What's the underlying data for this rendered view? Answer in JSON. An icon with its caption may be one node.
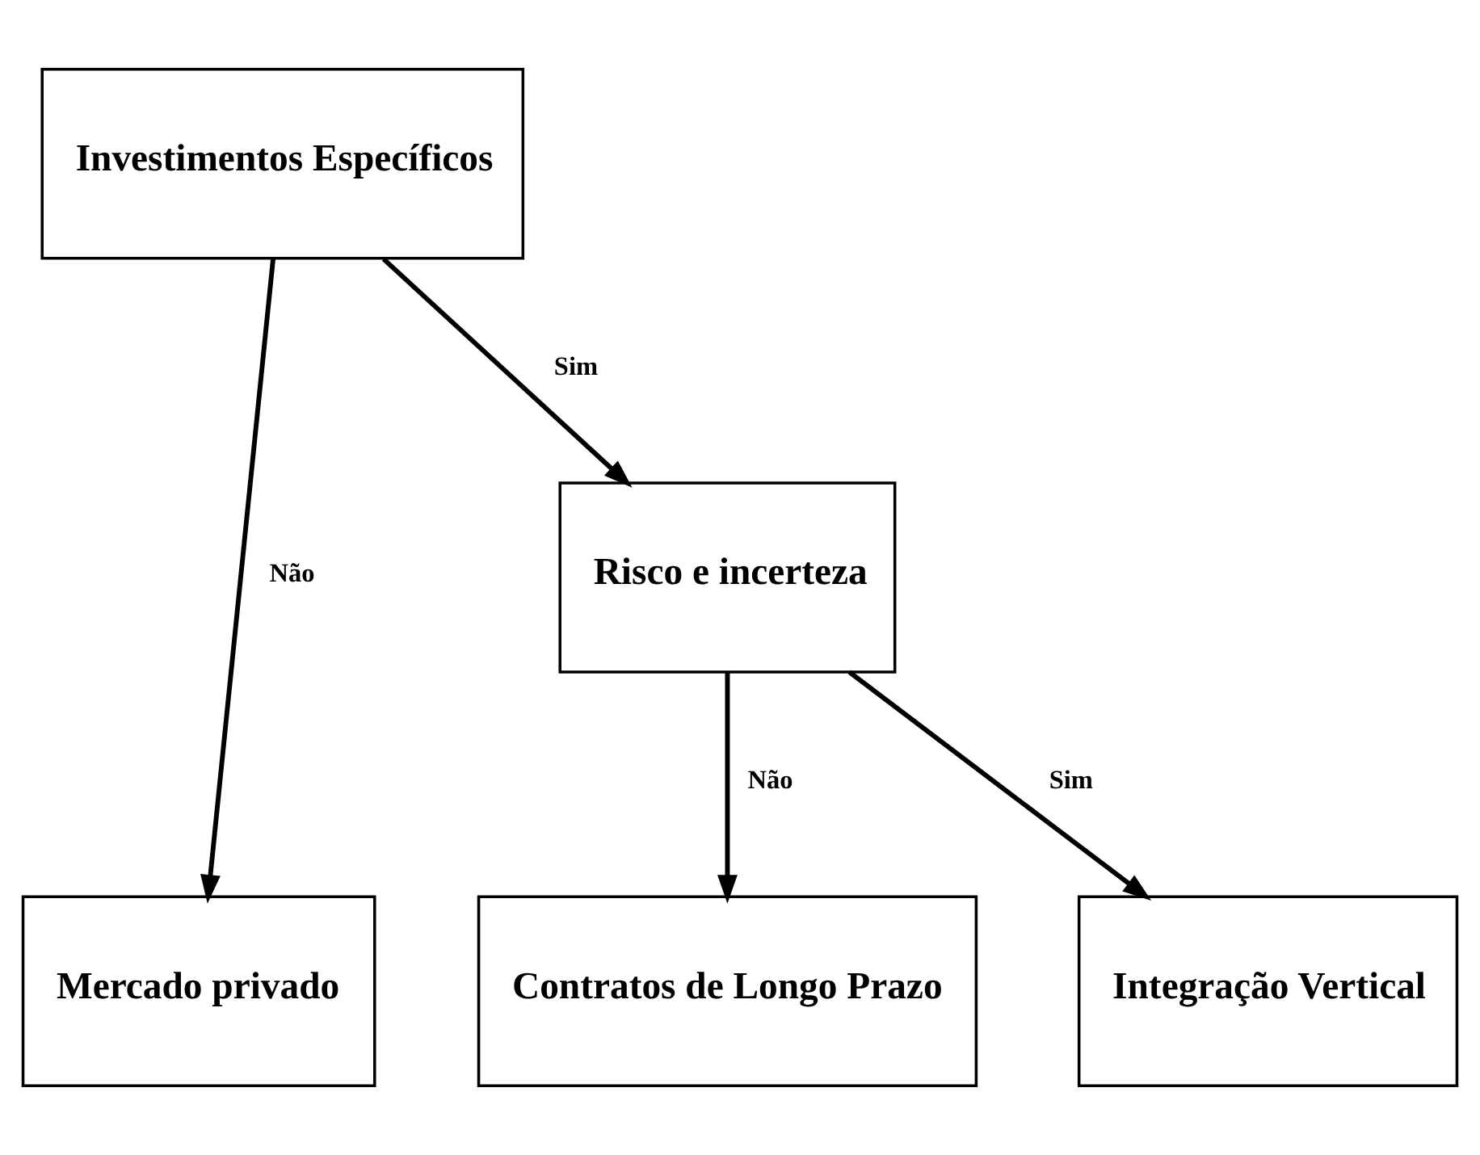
{
  "diagram": {
    "nodes": [
      {
        "text": [
          "Investimentos Específicos"
        ]
      },
      {
        "text": [
          "Risco e incerteza"
        ]
      },
      {
        "text": [
          "Mercado privado"
        ]
      },
      {
        "text": [
          "Contratos de Longo Prazo"
        ]
      },
      {
        "text": [
          "Integração Vertical"
        ]
      }
    ],
    "edges": [
      {
        "from": 0,
        "to": 2,
        "arrow": "to",
        "label": "Não"
      },
      {
        "from": 0,
        "to": 1,
        "arrow": "to",
        "label": "Sim"
      },
      {
        "from": 1,
        "to": 3,
        "arrow": "to",
        "label": "Não"
      },
      {
        "from": 1,
        "to": 4,
        "arrow": "to",
        "label": "Sim"
      }
    ]
  }
}
